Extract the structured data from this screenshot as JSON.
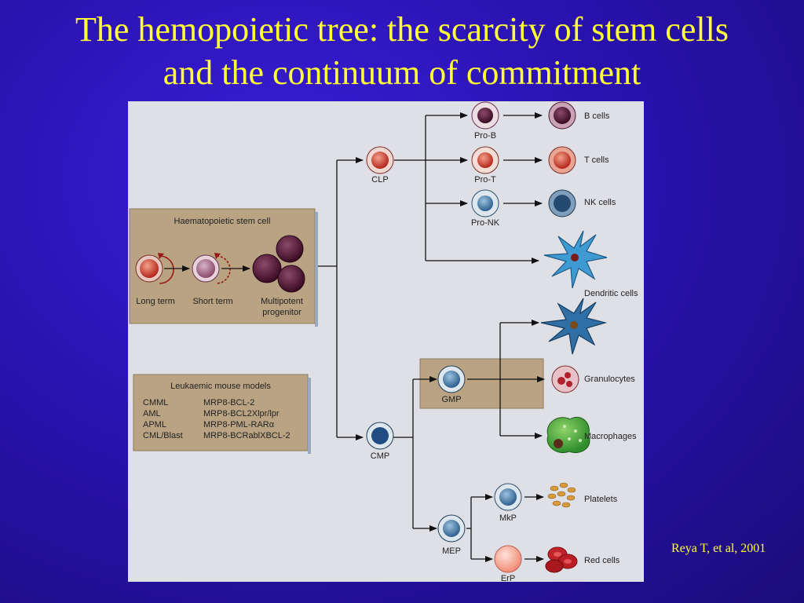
{
  "title": {
    "line1": "The hemopoietic tree: the scarcity of stem cells",
    "line2": "and the continuum of commitment"
  },
  "citation": "Reya T,  et al, 2001",
  "colors": {
    "title": "#ffff33",
    "figure_bg": "#dfe0e6",
    "panel_bg": "#b9a382",
    "line": "#111111"
  },
  "diagram": {
    "hsc_panel": {
      "title": "Haematopoietic stem cell",
      "stages": {
        "long_term": "Long term",
        "short_term": "Short term",
        "multipotent_line1": "Multipotent",
        "multipotent_line2": "progenitor"
      }
    },
    "leukaemic_panel": {
      "title": "Leukaemic mouse models",
      "rows": [
        {
          "disease": "CMML",
          "model": "MRP8-BCL-2"
        },
        {
          "disease": "AML",
          "model": "MRP8-BCL2Xlpr/lpr"
        },
        {
          "disease": "APML",
          "model": "MRP8-PML-RARα"
        },
        {
          "disease": "CML/Blast",
          "model": "MRP8-BCRablXBCL-2"
        }
      ]
    },
    "nodes": {
      "clp": "CLP",
      "cmp": "CMP",
      "gmp": "GMP",
      "mep": "MEP",
      "pro_b": "Pro-B",
      "pro_t": "Pro-T",
      "pro_nk": "Pro-NK",
      "mkp": "MkP",
      "erp": "ErP"
    },
    "outputs": {
      "b_cells": "B cells",
      "t_cells": "T cells",
      "nk_cells": "NK cells",
      "dendritic_cells": "Dendritic cells",
      "granulocytes": "Granulocytes",
      "macrophages": "Macrophages",
      "platelets": "Platelets",
      "red_cells": "Red cells"
    }
  }
}
